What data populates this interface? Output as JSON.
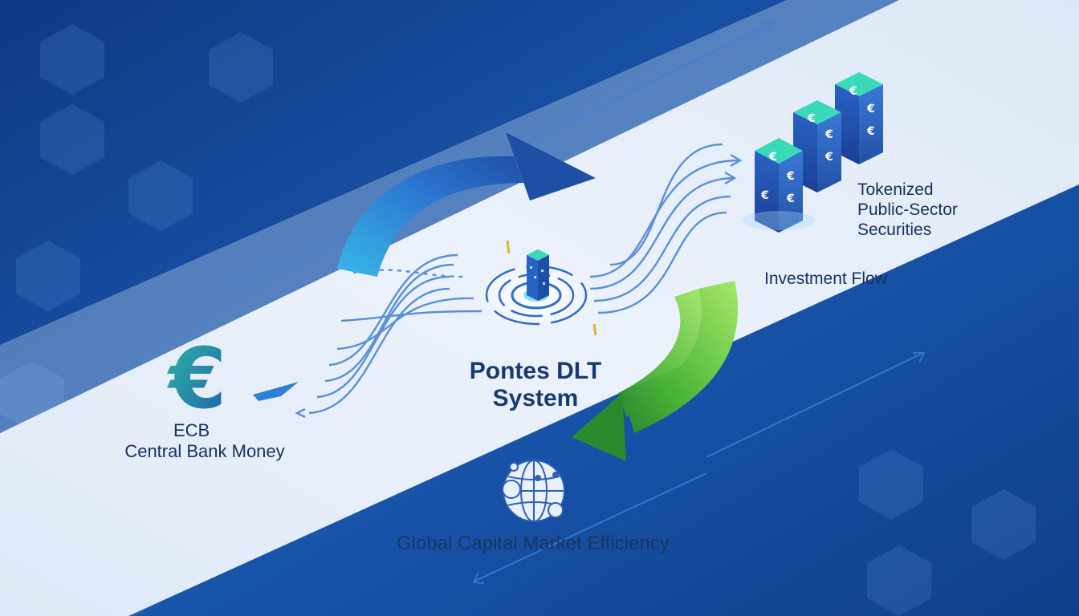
{
  "labels": {
    "ecb": [
      "ECB",
      "Central Bank Money"
    ],
    "pontes": [
      "Pontes DLT",
      "System"
    ],
    "tokenized": [
      "Tokenized",
      "Public-Sector",
      "Securities"
    ],
    "investment": "Investment Flow",
    "global": "Global Capital Market Efficiency"
  },
  "symbols": {
    "euro": "€"
  },
  "colors": {
    "background_dark": "#0f3f8a",
    "band_light": "#e4edf9",
    "arrow_blue": "#2f7fd6",
    "arrow_green": "#3fa635",
    "text_dark": "#16305f",
    "cube_top": "#3ad9b8",
    "cube_side": "#1d4fa8"
  },
  "icons": [
    "euro-icon",
    "globe-icon",
    "dlt-tower-icon",
    "token-block-icon",
    "curved-arrow-icon"
  ]
}
